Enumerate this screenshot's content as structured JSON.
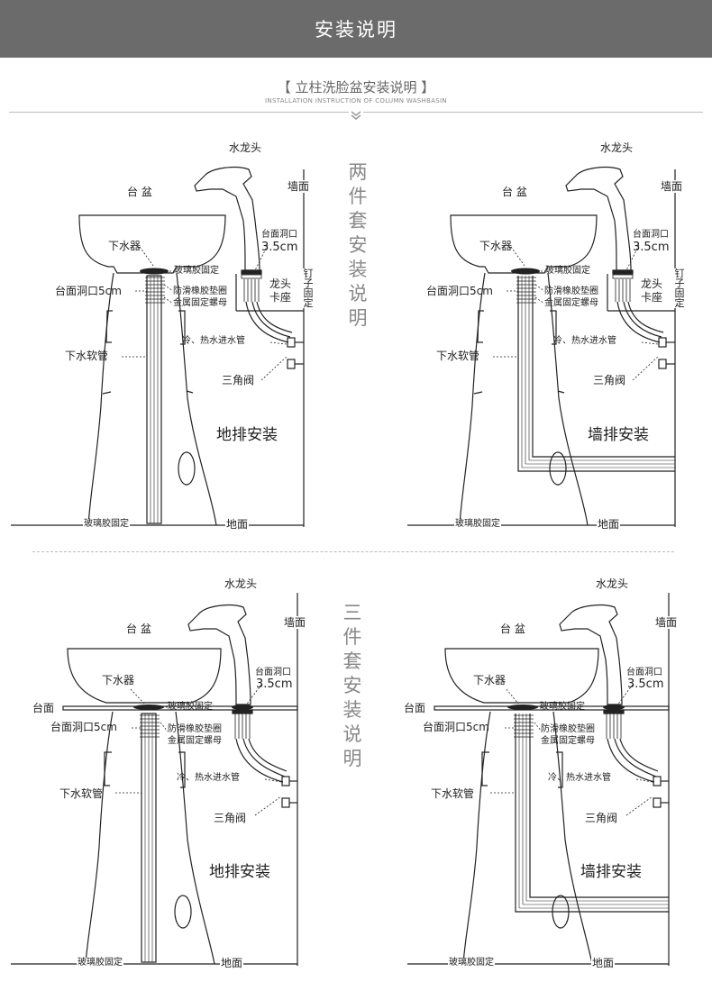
{
  "header": {
    "title": "安装说明"
  },
  "subtitle": {
    "cn": "【 立柱洗脸盆安装说明 】",
    "en": "INSTALLATION INSTRUCTION OF COLUMN WASHBASIN"
  },
  "sections": {
    "two_piece": "两件套安装说明",
    "three_piece": "三件套安装说明"
  },
  "diagrams": {
    "d1": {
      "faucet": "水龙头",
      "basin": "台 盆",
      "wall": "墙面",
      "hole": "台面洞口",
      "hole_size": "3.5cm",
      "drain": "下水器",
      "glue_fix": "玻璃胶固定",
      "counter_hole": "台面洞口5cm",
      "gasket": "防滑橡胶垫圈",
      "nut": "金属固定螺母",
      "faucet_seat_1": "龙头",
      "faucet_seat_2": "卡座",
      "nail": "钉子固定",
      "inlet": "冷、热水进水管",
      "drain_hose": "下水软管",
      "angle_valve": "三角阀",
      "install": "地排安装",
      "glue_bottom": "玻璃胶固定",
      "floor": "地面"
    },
    "d2": {
      "faucet": "水龙头",
      "basin": "台 盆",
      "wall": "墙面",
      "hole": "台面洞口",
      "hole_size": "3.5cm",
      "drain": "下水器",
      "glue_fix": "玻璃胶固定",
      "counter_hole": "台面洞口5cm",
      "gasket": "防滑橡胶垫圈",
      "nut": "金属固定螺母",
      "faucet_seat_1": "龙头",
      "faucet_seat_2": "卡座",
      "nail": "钉子固定",
      "inlet": "冷、热水进水管",
      "drain_hose": "下水软管",
      "angle_valve": "三角阀",
      "install": "墙排安装",
      "glue_bottom": "玻璃胶固定",
      "floor": "地面"
    },
    "d3": {
      "faucet": "水龙头",
      "basin": "台 盆",
      "wall": "墙面",
      "hole": "台面洞口",
      "hole_size": "3.5cm",
      "counter": "台面",
      "drain": "下水器",
      "glue_fix": "玻璃胶固定",
      "counter_hole": "台面洞口5cm",
      "gasket": "防滑橡胶垫圈",
      "nut": "金属固定螺母",
      "inlet": "冷、热水进水管",
      "drain_hose": "下水软管",
      "angle_valve": "三角阀",
      "install": "地排安装",
      "glue_bottom": "玻璃胶固定",
      "floor": "地面"
    },
    "d4": {
      "faucet": "水龙头",
      "basin": "台 盆",
      "wall": "墙面",
      "hole": "台面洞口",
      "hole_size": "3.5cm",
      "counter": "台面",
      "drain": "下水器",
      "glue_fix": "玻璃胶固定",
      "counter_hole": "台面洞口5cm",
      "gasket": "防滑橡胶垫圈",
      "nut": "金属固定螺母",
      "inlet": "冷、热水进水管",
      "drain_hose": "下水软管",
      "angle_valve": "三角阀",
      "install": "墙排安装",
      "glue_bottom": "玻璃胶固定",
      "floor": "地面"
    }
  },
  "colors": {
    "header_bg": "#6b6b6b",
    "line": "#222222",
    "section_text": "#888888"
  }
}
